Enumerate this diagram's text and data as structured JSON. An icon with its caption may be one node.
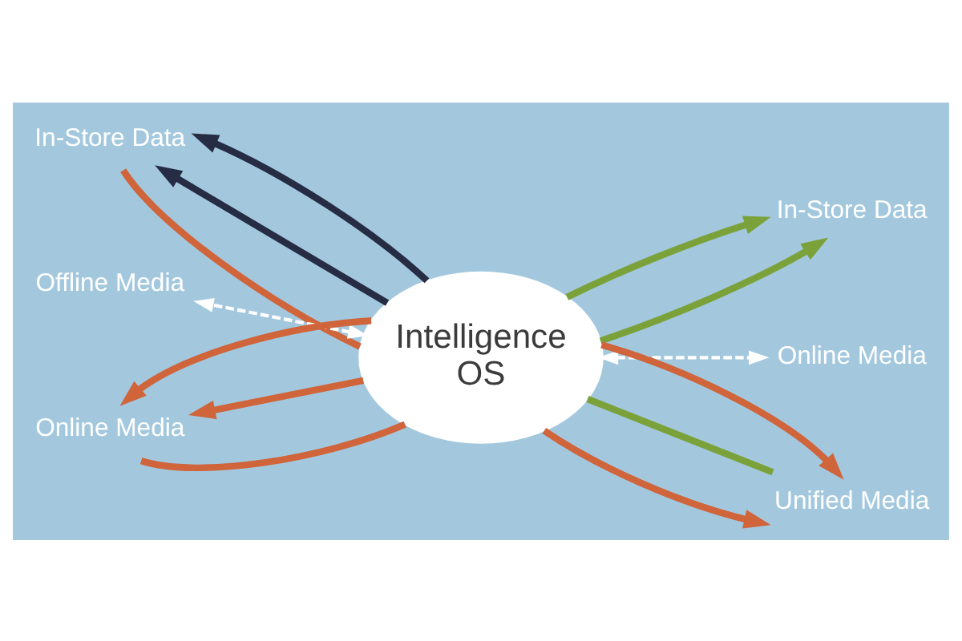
{
  "diagram": {
    "nodes": [
      {
        "text": [
          "In-Store Data"
        ]
      },
      {
        "text": [
          "Offline Media"
        ]
      },
      {
        "text": [
          "Online Media"
        ]
      },
      {
        "text": [
          "Intelligence OS"
        ]
      },
      {
        "text": [
          "In-Store Data"
        ]
      },
      {
        "text": [
          "Online Media"
        ]
      },
      {
        "text": [
          "Unified Media"
        ]
      }
    ],
    "edges": [
      {
        "from": 3,
        "to": 0,
        "arrow": "to",
        "color": "#262c44"
      },
      {
        "from": 3,
        "to": 0,
        "arrow": "to",
        "color": "#262c44"
      },
      {
        "from": 0,
        "to": 3,
        "arrow": "none"
      },
      {
        "from": 3,
        "to": 1,
        "arrow": "both",
        "style": "dashed",
        "color": "#ffffff"
      },
      {
        "from": 2,
        "to": 3,
        "arrow": "none"
      },
      {
        "from": 3,
        "to": 2,
        "arrow": "to"
      },
      {
        "from": 3,
        "to": 2,
        "arrow": "to"
      },
      {
        "from": 3,
        "to": 4,
        "arrow": "to",
        "color": "#7ba23a"
      },
      {
        "from": 3,
        "to": 4,
        "arrow": "to",
        "color": "#7ba23a"
      },
      {
        "from": 3,
        "to": 5,
        "arrow": "both",
        "style": "dashed",
        "color": "#ffffff"
      },
      {
        "from": 6,
        "to": 3,
        "arrow": "none",
        "color": "#7ba23a"
      },
      {
        "from": 3,
        "to": 6,
        "arrow": "to"
      },
      {
        "from": 3,
        "to": 6,
        "arrow": "to"
      }
    ]
  }
}
